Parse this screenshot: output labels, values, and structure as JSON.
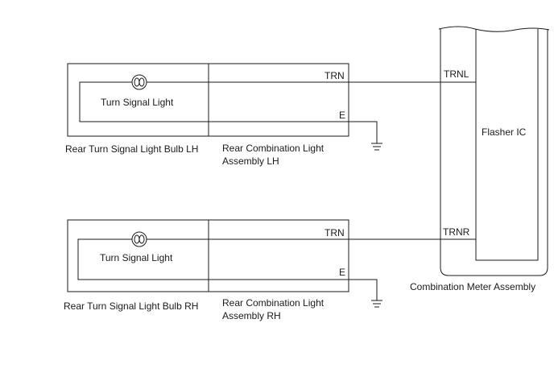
{
  "colors": {
    "line": "#1a1a1a",
    "background": "#ffffff"
  },
  "meter": {
    "title": "Combination Meter Assembly",
    "flasher_label": "Flasher IC",
    "pin_left": "TRNL",
    "pin_right": "TRNR"
  },
  "lh": {
    "bulb_label": "Turn Signal Light",
    "bulb_caption": "Rear Turn Signal Light Bulb LH",
    "assembly_caption_line1": "Rear Combination Light",
    "assembly_caption_line2": "Assembly LH",
    "pin_trn": "TRN",
    "pin_e": "E"
  },
  "rh": {
    "bulb_label": "Turn Signal Light",
    "bulb_caption": "Rear Turn Signal Light Bulb RH",
    "assembly_caption_line1": "Rear Combination Light",
    "assembly_caption_line2": "Assembly RH",
    "pin_trn": "TRN",
    "pin_e": "E"
  },
  "icons": {
    "bulb": "lamp-filament-icon",
    "ground": "ground-symbol-icon"
  }
}
